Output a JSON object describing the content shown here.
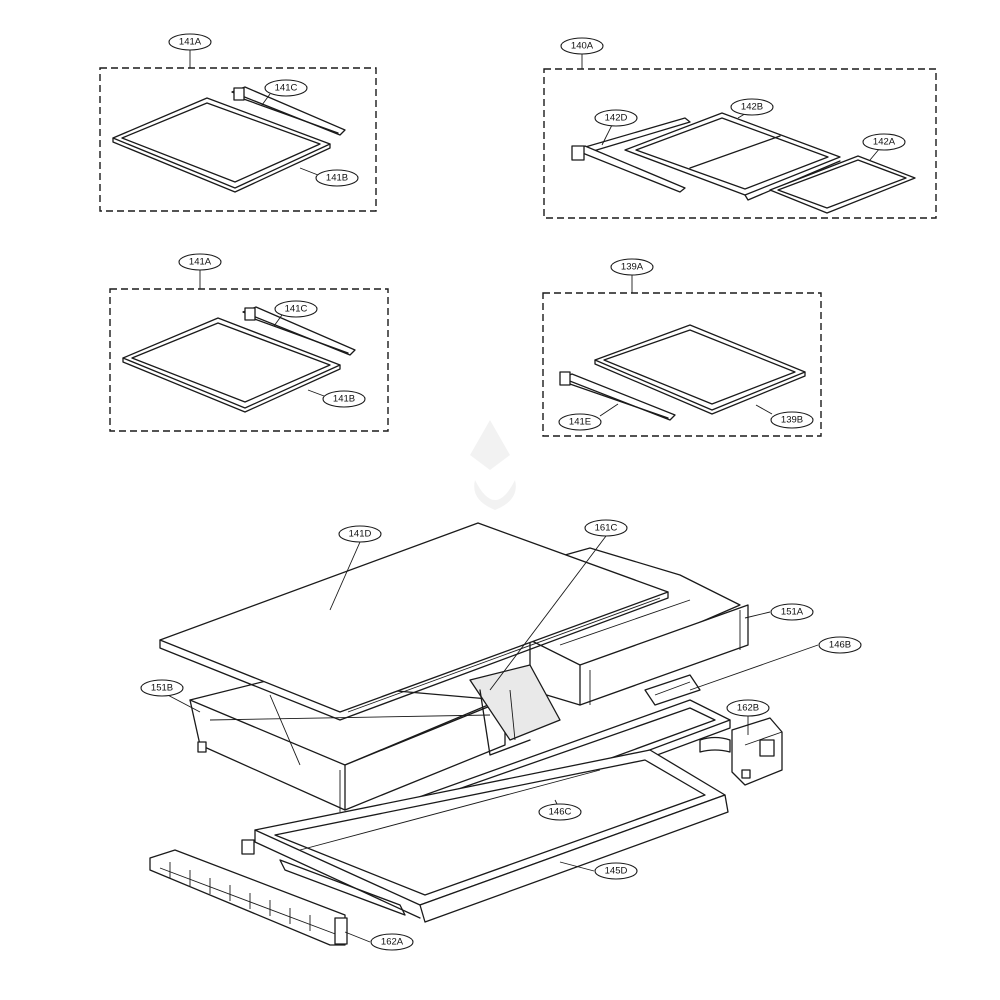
{
  "diagram": {
    "groups": [
      {
        "id": "g141A_top",
        "label": "141A",
        "parts": [
          "141C",
          "141B"
        ]
      },
      {
        "id": "g140A",
        "label": "140A",
        "parts": [
          "142D",
          "142B",
          "142A"
        ]
      },
      {
        "id": "g141A_mid",
        "label": "141A",
        "parts": [
          "141C",
          "141B"
        ]
      },
      {
        "id": "g139A",
        "label": "139A",
        "parts": [
          "141E",
          "139B"
        ]
      }
    ],
    "labels": {
      "g1_group": "141A",
      "g1_c": "141C",
      "g1_b": "141B",
      "g2_group": "140A",
      "g2_d": "142D",
      "g2_b": "142B",
      "g2_a": "142A",
      "g3_group": "141A",
      "g3_c": "141C",
      "g3_b": "141B",
      "g4_group": "139A",
      "g4_e": "141E",
      "g4_b": "139B",
      "asm_141D": "141D",
      "asm_161C": "161C",
      "asm_151A": "151A",
      "asm_146B": "146B",
      "asm_151B": "151B",
      "asm_162B": "162B",
      "asm_146C": "146C",
      "asm_145D": "145D",
      "asm_162A": "162A"
    }
  }
}
